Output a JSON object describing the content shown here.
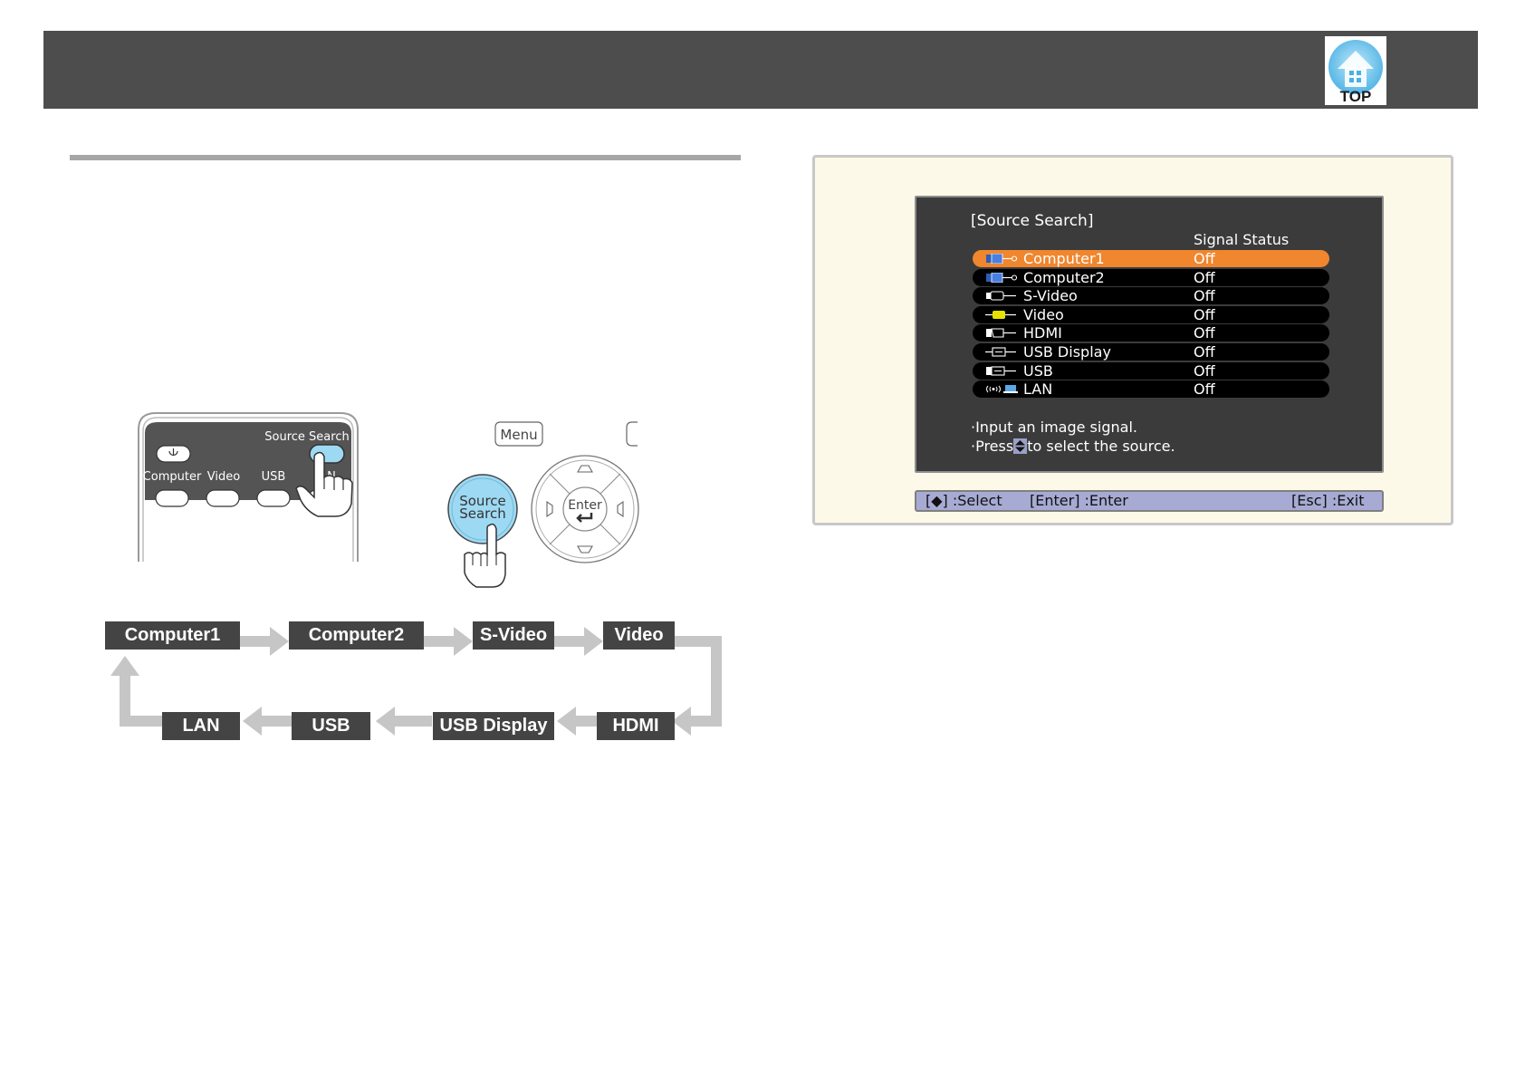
{
  "top_button": {
    "label": "TOP"
  },
  "remote": {
    "source_search_label": "Source Search",
    "button_labels": [
      "Computer",
      "Video",
      "USB",
      "N"
    ]
  },
  "panel": {
    "menu_label": "Menu",
    "source_search_label_line1": "Source",
    "source_search_label_line2": "Search",
    "enter_label": "Enter"
  },
  "osd": {
    "title": "[Source Search]",
    "signal_header": "Signal Status",
    "rows": [
      {
        "name": "Computer1",
        "status": "Off",
        "icon": "computer-port-icon"
      },
      {
        "name": "Computer2",
        "status": "Off",
        "icon": "computer-port-icon"
      },
      {
        "name": "S-Video",
        "status": "Off",
        "icon": "s-video-port-icon"
      },
      {
        "name": "Video",
        "status": "Off",
        "icon": "video-port-icon"
      },
      {
        "name": "HDMI",
        "status": "Off",
        "icon": "hdmi-port-icon"
      },
      {
        "name": "USB Display",
        "status": "Off",
        "icon": "usb-display-icon"
      },
      {
        "name": "USB",
        "status": "Off",
        "icon": "usb-port-icon"
      },
      {
        "name": "LAN",
        "status": "Off",
        "icon": "lan-icon"
      }
    ],
    "message_line1": "·Input an image signal.",
    "message_press": "·Press",
    "message_rest": "to select the source.",
    "bar_select": "[◆] :Select",
    "bar_enter": "[Enter] :Enter",
    "bar_exit": "[Esc] :Exit"
  },
  "flow": {
    "row1": [
      "Computer1",
      "Computer2",
      "S-Video",
      "Video"
    ],
    "row2": [
      "LAN",
      "USB",
      "USB Display",
      "HDMI"
    ]
  },
  "colors": {
    "header": "#4d4d4d",
    "osd_highlight": "#f0862e",
    "osd_bar": "#a7abd4",
    "flow_box": "#444444",
    "flow_arrow": "#c6c6c6",
    "button_blue": "#9ed9f3"
  }
}
